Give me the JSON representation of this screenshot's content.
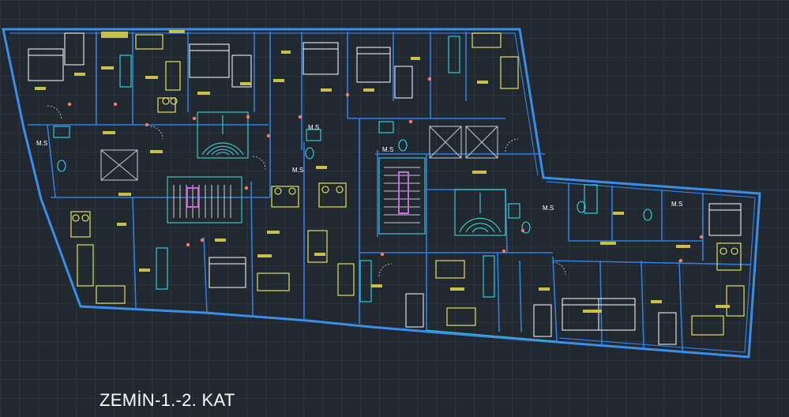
{
  "drawing": {
    "title": "ZEMİN-1.-2. KAT",
    "labels": {
      "ms_1": "M.S",
      "ms_2": "M.S",
      "ms_3": "M.S",
      "ms_4": "M.S",
      "ms_5": "M.S",
      "ms_6": "M.S"
    }
  },
  "colors": {
    "background": "#212830",
    "grid": "#2b333d",
    "walls": "#3a8ee8",
    "inner_walls": "#2f7fe0",
    "furniture": "#f3f06a",
    "stairs": "#39c6c6",
    "fixtures": "#2fd9e8",
    "annotation": "#c7c04a",
    "door_marks": "#ff7a5a",
    "elevator": "#c86ad8",
    "title_text": "#ffffff"
  }
}
